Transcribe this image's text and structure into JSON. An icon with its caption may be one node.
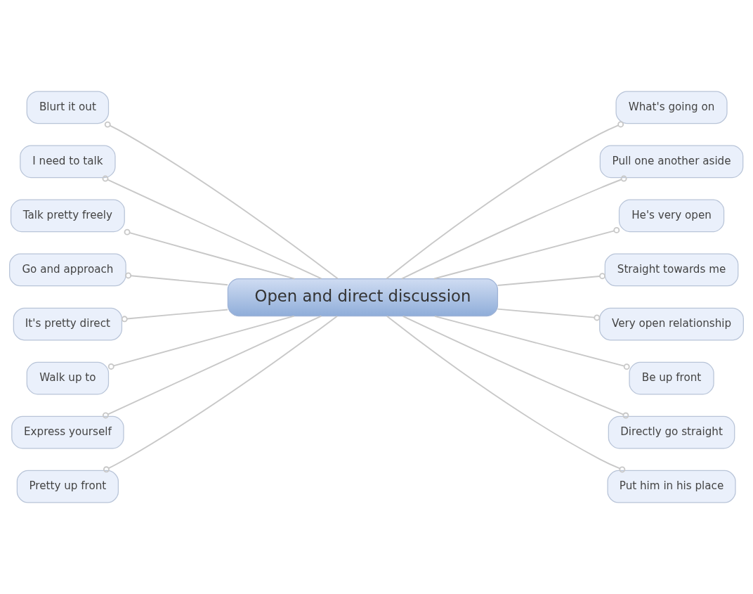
{
  "diagram": {
    "nodes": [
      {
        "text": [
          "Open and direct discussion"
        ]
      },
      {
        "text": [
          "Blurt it out"
        ]
      },
      {
        "text": [
          "I need to talk"
        ]
      },
      {
        "text": [
          "Talk pretty freely"
        ]
      },
      {
        "text": [
          "Go and approach"
        ]
      },
      {
        "text": [
          "It's pretty direct"
        ]
      },
      {
        "text": [
          "Walk up to"
        ]
      },
      {
        "text": [
          "Express yourself"
        ]
      },
      {
        "text": [
          "Pretty up front"
        ]
      },
      {
        "text": [
          "What's going on"
        ]
      },
      {
        "text": [
          "Pull one another aside"
        ]
      },
      {
        "text": [
          "He's very open"
        ]
      },
      {
        "text": [
          "Straight towards me"
        ]
      },
      {
        "text": [
          "Very open relationship"
        ]
      },
      {
        "text": [
          "Be up front"
        ]
      },
      {
        "text": [
          "Directly go straight"
        ]
      },
      {
        "text": [
          "Put him in his place"
        ]
      }
    ],
    "edges": [
      {
        "from": 0,
        "to": 1,
        "arrow": "other"
      },
      {
        "from": 0,
        "to": 2,
        "arrow": "other"
      },
      {
        "from": 0,
        "to": 3,
        "arrow": "other"
      },
      {
        "from": 0,
        "to": 4,
        "arrow": "other"
      },
      {
        "from": 0,
        "to": 5,
        "arrow": "other"
      },
      {
        "from": 0,
        "to": 6,
        "arrow": "other"
      },
      {
        "from": 0,
        "to": 7,
        "arrow": "other"
      },
      {
        "from": 0,
        "to": 8,
        "arrow": "other"
      },
      {
        "from": 0,
        "to": 9,
        "arrow": "other"
      },
      {
        "from": 0,
        "to": 10,
        "arrow": "other"
      },
      {
        "from": 0,
        "to": 11,
        "arrow": "other"
      },
      {
        "from": 0,
        "to": 12,
        "arrow": "other"
      },
      {
        "from": 0,
        "to": 13,
        "arrow": "other"
      },
      {
        "from": 0,
        "to": 14,
        "arrow": "other"
      },
      {
        "from": 0,
        "to": 15,
        "arrow": "other"
      },
      {
        "from": 0,
        "to": 16,
        "arrow": "other"
      }
    ]
  }
}
